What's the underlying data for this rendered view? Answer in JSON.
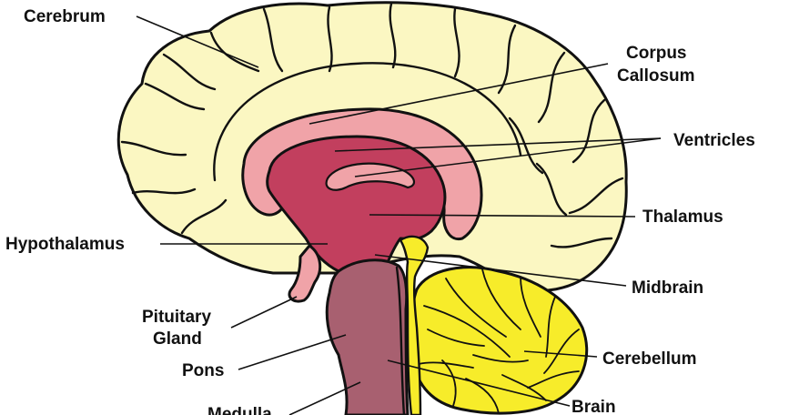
{
  "labels": {
    "cerebrum": "Cerebrum",
    "corpus_callosum_1": "Corpus",
    "corpus_callosum_2": "Callosum",
    "ventricles": "Ventricles",
    "thalamus": "Thalamus",
    "hypothalamus": "Hypothalamus",
    "midbrain": "Midbrain",
    "pituitary_1": "Pituitary",
    "pituitary_2": "Gland",
    "pons": "Pons",
    "cerebellum": "Cerebellum",
    "medulla": "Medulla",
    "brainstem": "Brain"
  },
  "colors": {
    "cerebrum": "#fbf7c2",
    "corpus_callosum": "#f0a3a8",
    "ventricles": "#c23f5e",
    "brainstem": "#a86070",
    "cerebellum": "#f7ec2a",
    "outline": "#111111"
  }
}
